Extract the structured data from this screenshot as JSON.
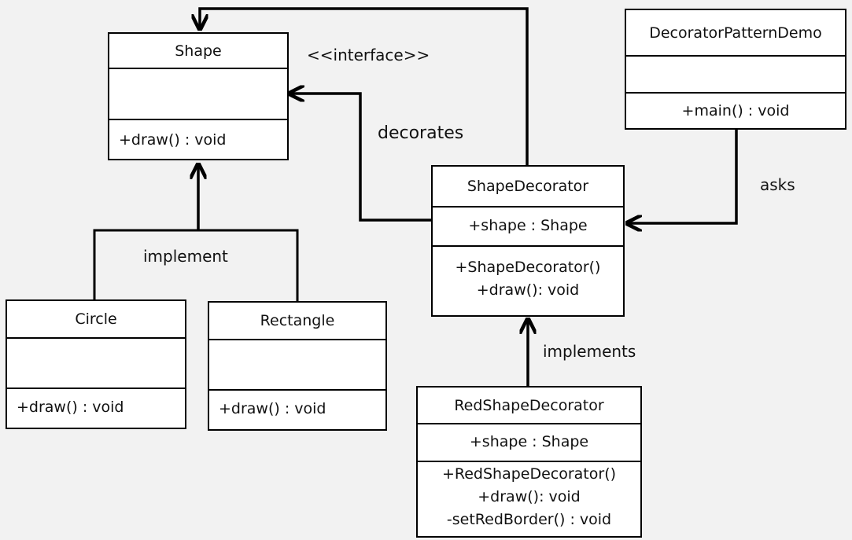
{
  "classes": {
    "shape": {
      "name": "Shape",
      "attributes": [],
      "methods": [
        "+draw()  : void"
      ]
    },
    "circle": {
      "name": "Circle",
      "attributes": [],
      "methods": [
        "+draw()  : void"
      ]
    },
    "rectangle": {
      "name": "Rectangle",
      "attributes": [],
      "methods": [
        "+draw()  : void"
      ]
    },
    "shape_decorator": {
      "name": "ShapeDecorator",
      "attributes": [
        "+shape  : Shape"
      ],
      "methods": [
        "+ShapeDecorator()",
        "+draw():  void"
      ]
    },
    "red_shape_decorator": {
      "name": "RedShapeDecorator",
      "attributes": [
        "+shape  : Shape"
      ],
      "methods": [
        "+RedShapeDecorator()",
        "+draw():  void",
        "-setRedBorder()  : void"
      ]
    },
    "demo": {
      "name": "DecoratorPatternDemo",
      "attributes": [],
      "methods": [
        "+main()  : void"
      ]
    }
  },
  "labels": {
    "interface": "<<interface>>",
    "decorates": "decorates",
    "implement": "implement",
    "implements": "implements",
    "asks": "asks"
  },
  "colors": {
    "background": "#f2f2f2",
    "box_fill": "#ffffff",
    "line": "#000000"
  }
}
